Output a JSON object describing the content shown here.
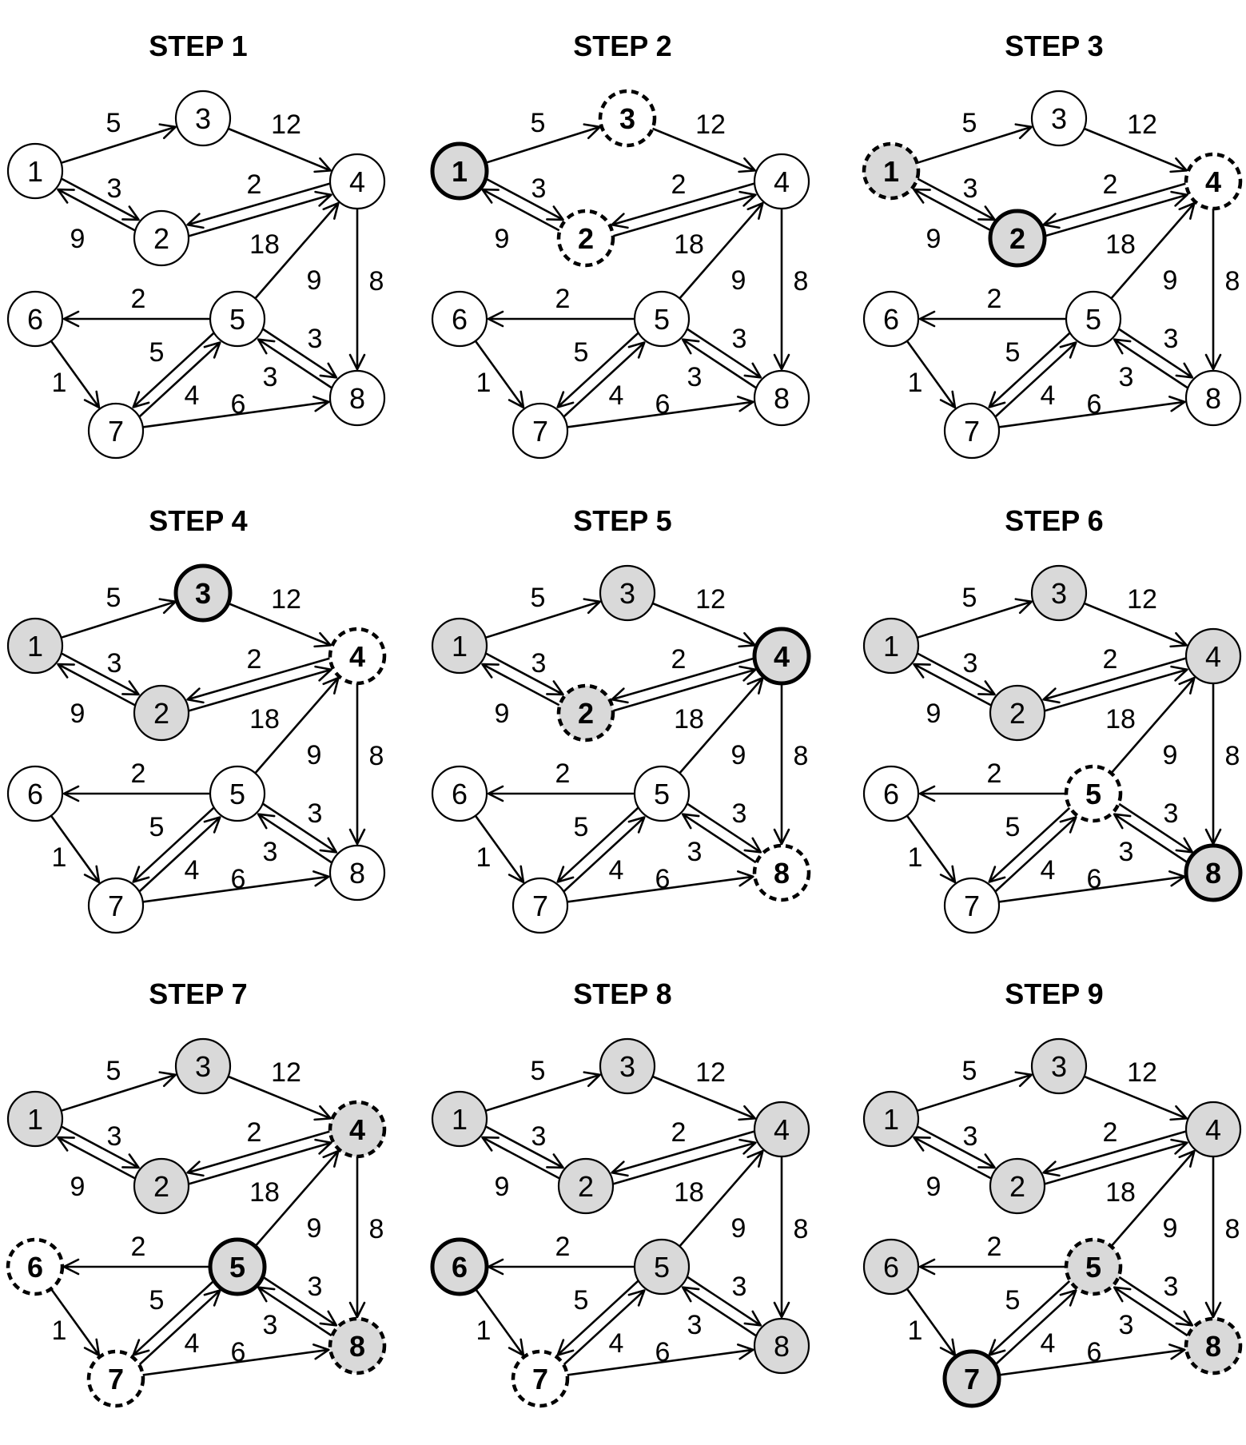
{
  "node_ids": [
    "1",
    "2",
    "3",
    "4",
    "5",
    "6",
    "7",
    "8"
  ],
  "edges": [
    {
      "from": "1",
      "to": "3",
      "weight": "5"
    },
    {
      "from": "3",
      "to": "4",
      "weight": "12"
    },
    {
      "from": "1",
      "to": "2",
      "weight": "9"
    },
    {
      "from": "2",
      "to": "1",
      "weight": "3"
    },
    {
      "from": "4",
      "to": "2",
      "weight": "2"
    },
    {
      "from": "2",
      "to": "4",
      "weight": "18"
    },
    {
      "from": "4",
      "to": "8",
      "weight": "8"
    },
    {
      "from": "5",
      "to": "4",
      "weight": "9"
    },
    {
      "from": "5",
      "to": "6",
      "weight": "2"
    },
    {
      "from": "6",
      "to": "7",
      "weight": "1"
    },
    {
      "from": "5",
      "to": "7",
      "weight": "5"
    },
    {
      "from": "7",
      "to": "5",
      "weight": "4"
    },
    {
      "from": "5",
      "to": "8",
      "weight": "3"
    },
    {
      "from": "8",
      "to": "5",
      "weight": "3"
    },
    {
      "from": "7",
      "to": "8",
      "weight": "6"
    }
  ],
  "steps": [
    {
      "title": "STEP 1",
      "current": null,
      "visited": [],
      "frontier": []
    },
    {
      "title": "STEP 2",
      "current": "1",
      "visited": [],
      "frontier": [
        "2",
        "3"
      ]
    },
    {
      "title": "STEP 3",
      "current": "2",
      "visited": [
        "1"
      ],
      "frontier": [
        "1",
        "4"
      ]
    },
    {
      "title": "STEP 4",
      "current": "3",
      "visited": [
        "1",
        "2"
      ],
      "frontier": [
        "4"
      ]
    },
    {
      "title": "STEP 5",
      "current": "4",
      "visited": [
        "1",
        "2",
        "3"
      ],
      "frontier": [
        "2",
        "8"
      ]
    },
    {
      "title": "STEP 6",
      "current": "8",
      "visited": [
        "1",
        "2",
        "3",
        "4"
      ],
      "frontier": [
        "5"
      ]
    },
    {
      "title": "STEP 7",
      "current": "5",
      "visited": [
        "1",
        "2",
        "3",
        "4",
        "8"
      ],
      "frontier": [
        "4",
        "6",
        "7",
        "8"
      ]
    },
    {
      "title": "STEP 8",
      "current": "6",
      "visited": [
        "1",
        "2",
        "3",
        "4",
        "5",
        "8"
      ],
      "frontier": [
        "7"
      ]
    },
    {
      "title": "STEP 9",
      "current": "7",
      "visited": [
        "1",
        "2",
        "3",
        "4",
        "5",
        "6",
        "8"
      ],
      "frontier": [
        "5",
        "8"
      ]
    }
  ],
  "colors": {
    "visited_fill": "#d9d9d9",
    "unvisited_fill": "#ffffff",
    "stroke": "#000000"
  }
}
